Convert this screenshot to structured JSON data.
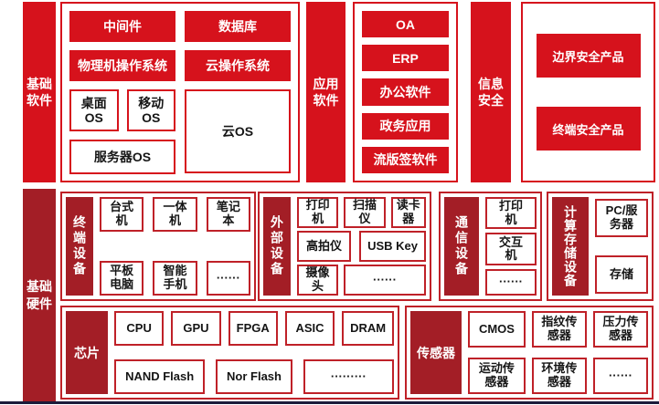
{
  "colors": {
    "red_bright": "#d6121c",
    "red_dark": "#a31e26",
    "hardware_border": "#bf2128",
    "bottom_line": "#1b1b3a"
  },
  "basic_software": {
    "label": "基础\n软件",
    "middleware": "中间件",
    "database": "数据库",
    "physical_os": "物理机操作系统",
    "cloud_os_platform": "云操作系统",
    "desktop_os": "桌面\nOS",
    "mobile_os": "移动\nOS",
    "cloud_os": "云OS",
    "server_os": "服务器OS"
  },
  "application_software": {
    "label": "应用\n软件",
    "items": [
      "OA",
      "ERP",
      "办公软件",
      "政务应用",
      "流版签软件"
    ]
  },
  "info_security": {
    "label": "信息\n安全",
    "items": [
      "边界安全产品",
      "终端安全产品"
    ]
  },
  "basic_hardware": {
    "label": "基础\n硬件",
    "terminal": {
      "label": "终端设备",
      "row1": [
        "台式\n机",
        "一体\n机",
        "笔记\n本"
      ],
      "row2": [
        "平板\n电脑",
        "智能\n手机",
        "······"
      ]
    },
    "external": {
      "label": "外部设备",
      "row1": [
        "打印\n机",
        "扫描\n仪",
        "读卡\n器"
      ],
      "row2": [
        "高拍仪",
        "USB Key"
      ],
      "row3": [
        "摄像\n头",
        "······"
      ]
    },
    "communication": {
      "label": "通信设备",
      "items": [
        "打印\n机",
        "交互\n机",
        "······"
      ]
    },
    "compute_storage": {
      "label": "计算存储设备",
      "items": [
        "PC/服\n务器",
        "存储"
      ]
    },
    "chips": {
      "label": "芯片",
      "row1": [
        "CPU",
        "GPU",
        "FPGA",
        "ASIC",
        "DRAM"
      ],
      "row2": [
        "NAND Flash",
        "Nor Flash",
        "·········"
      ]
    },
    "sensors": {
      "label": "传感器",
      "row1": [
        "CMOS",
        "指纹传\n感器",
        "压力传\n感器"
      ],
      "row2": [
        "运动传\n感器",
        "环境传\n感器",
        "······"
      ]
    }
  }
}
